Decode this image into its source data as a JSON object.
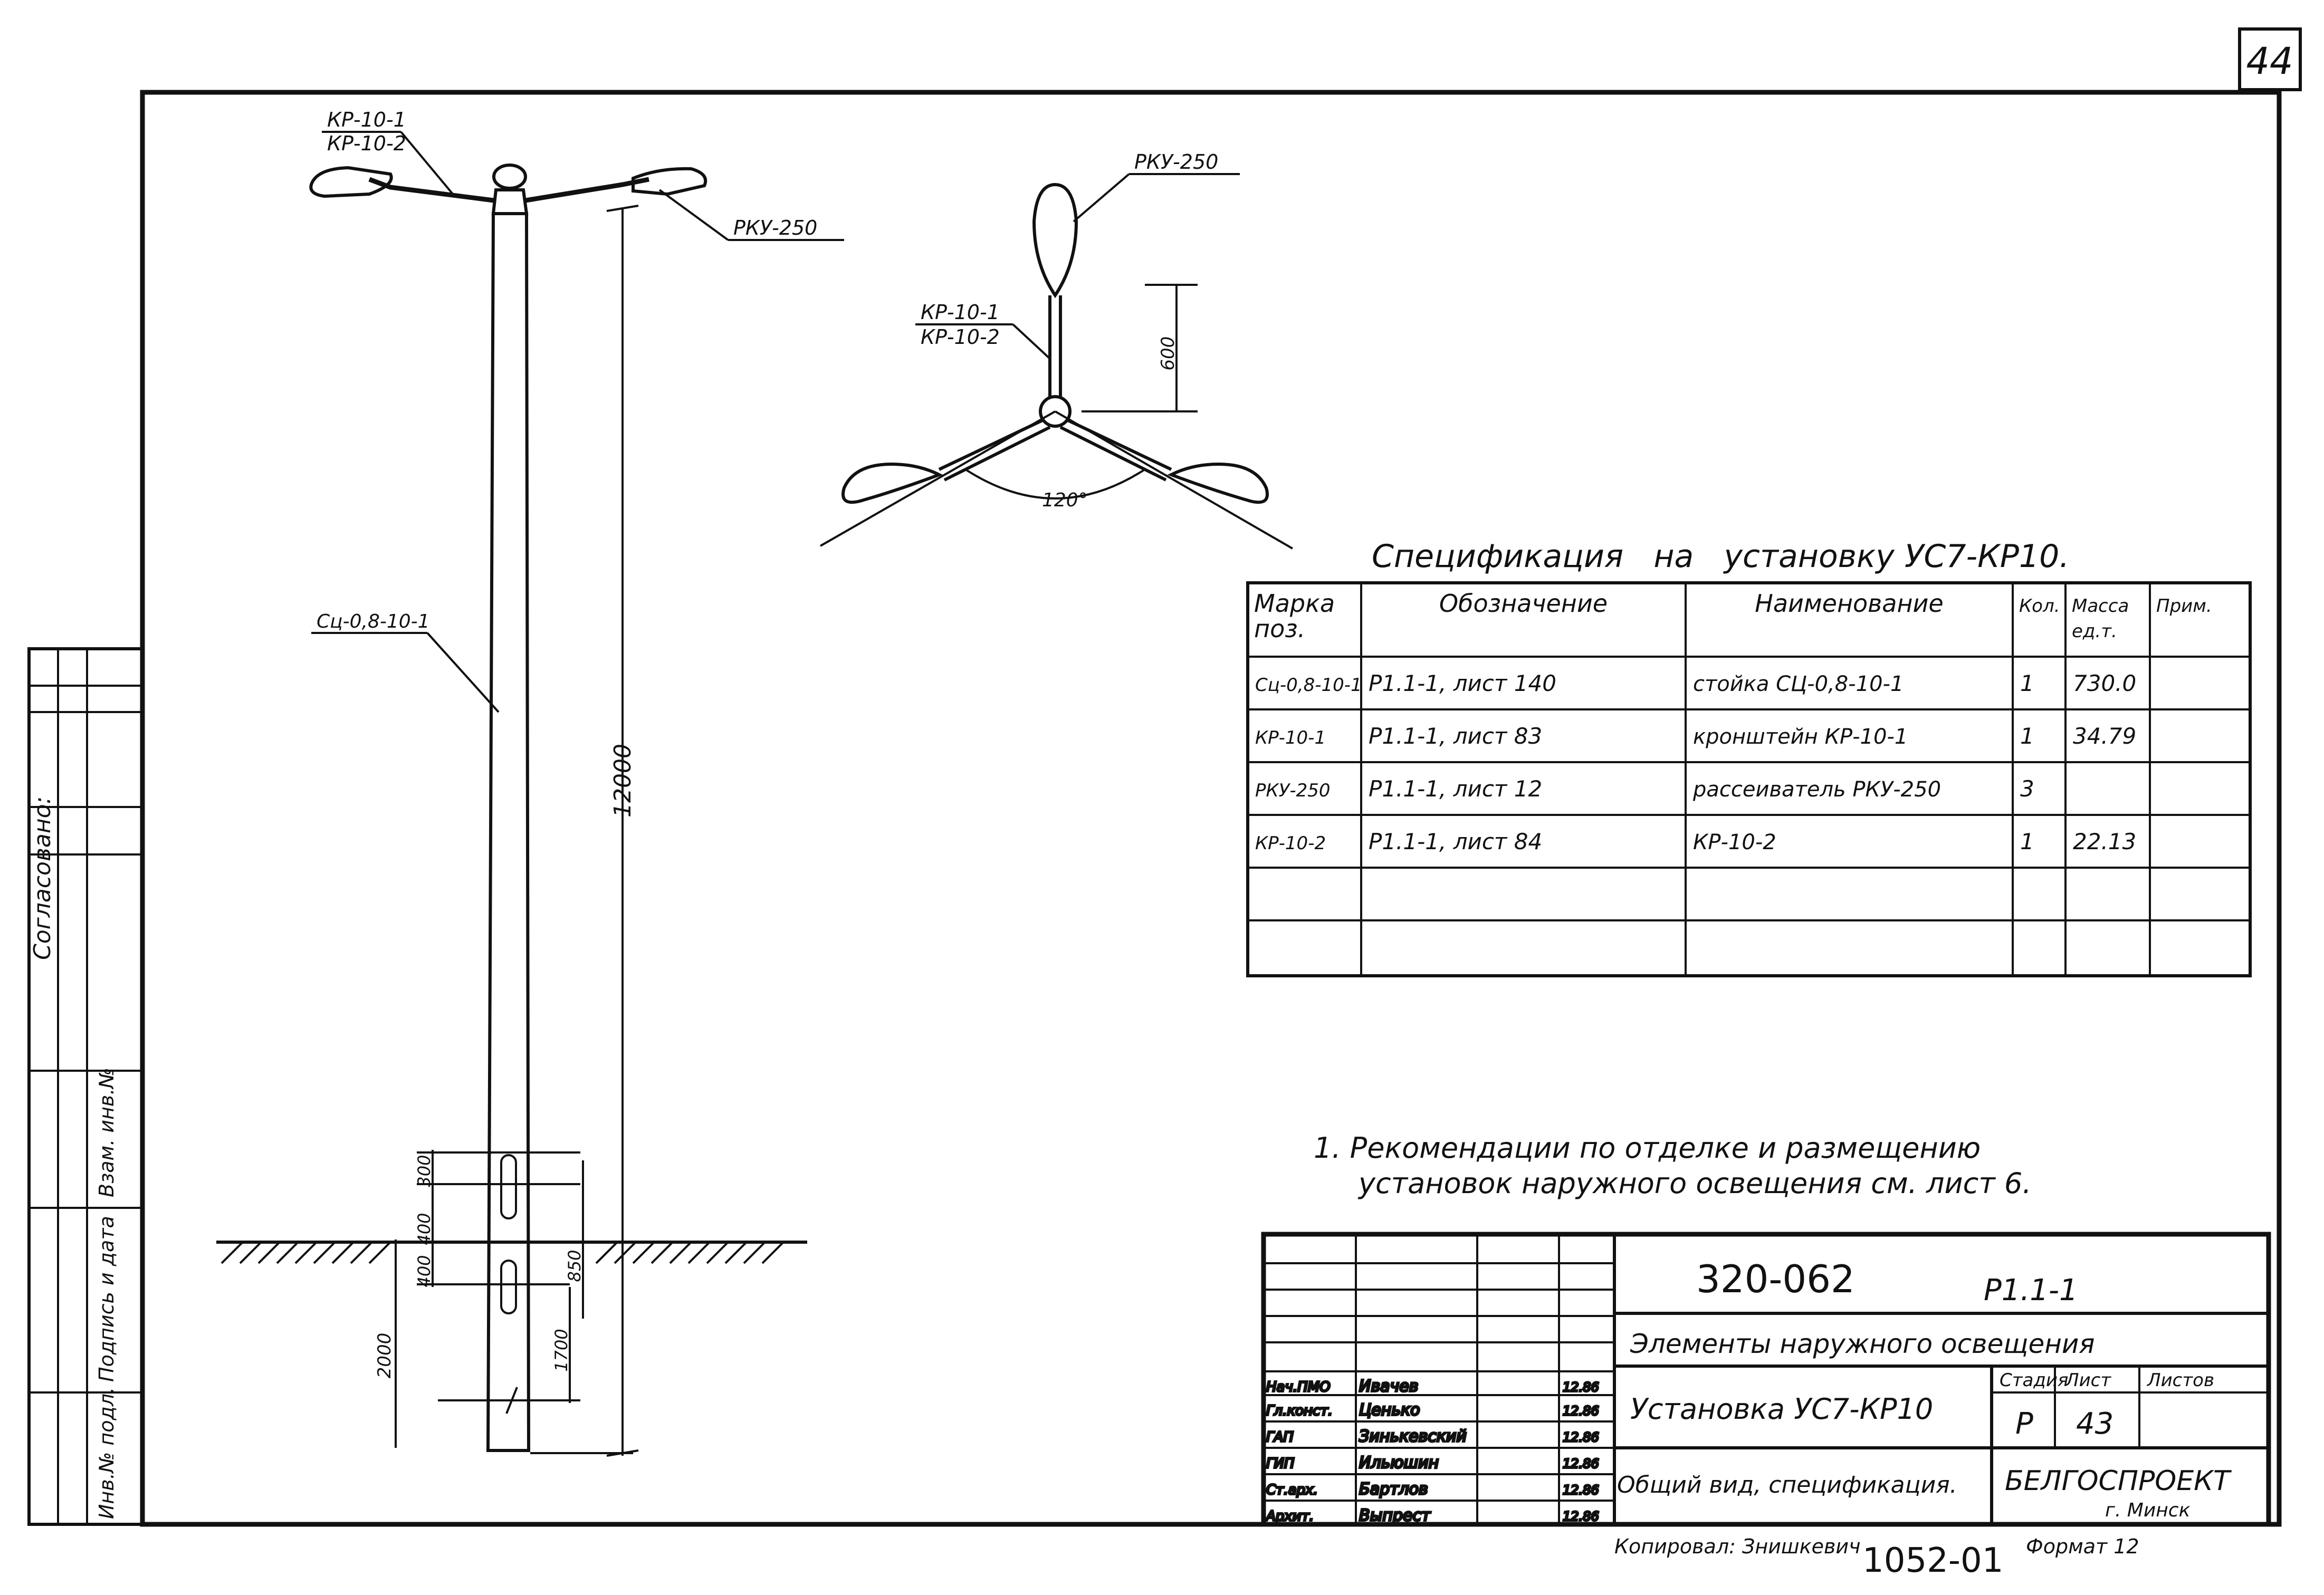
{
  "sheet_number": "44",
  "left_view": {
    "bracket_label_1": "КР-10-1",
    "bracket_label_2": "КР-10-2",
    "lamp_label": "РКУ-250",
    "pole_label": "Сц-0,8-10-1",
    "height_dim": "12000",
    "dim_300": "300",
    "dim_400_top": "400",
    "dim_400_bottom": "400",
    "dim_850": "850",
    "dim_2000": "2000",
    "dim_1700": "1700"
  },
  "plan_view": {
    "lamp_label": "РКУ-250",
    "bracket_label_1": "КР-10-1",
    "bracket_label_2": "КР-10-2",
    "dim_600": "600",
    "angle": "120°"
  },
  "side_strip": {
    "labels": [
      "Взам. инв.№",
      "Подпись и дата",
      "Инв.№ подл."
    ],
    "vertical_note": "Согласовано:"
  },
  "spec": {
    "title": "Спецификация   на   установку УС7-КР10.",
    "headers": [
      "Марка поз.",
      "Обозначение",
      "Наименование",
      "Кол.",
      "Масса ед.т.",
      "Прим."
    ],
    "rows": [
      [
        "Сц-0,8-10-1",
        "Р1.1-1, лист 140",
        "стойка СЦ-0,8-10-1",
        "1",
        "730.0",
        ""
      ],
      [
        "КР-10-1",
        "Р1.1-1, лист 83",
        "кронштейн КР-10-1",
        "1",
        "34.79",
        ""
      ],
      [
        "РКУ-250",
        "Р1.1-1, лист 12",
        "рассеиватель РКУ-250",
        "3",
        "",
        ""
      ],
      [
        "КР-10-2",
        "Р1.1-1, лист 84",
        "КР-10-2",
        "1",
        "22.13",
        ""
      ],
      [
        "",
        "",
        "",
        "",
        "",
        ""
      ],
      [
        "",
        "",
        "",
        "",
        "",
        ""
      ]
    ]
  },
  "note": {
    "line1": "1. Рекомендации по отделке и размещению",
    "line2": "установок наружного освещения см. лист 6."
  },
  "title_block": {
    "code": "320-062",
    "series": "Р1.1-1",
    "subtitle": "Элементы наружного освещения",
    "name": "Установка УС7-КР10",
    "view": "Общий вид, спецификация.",
    "stage_label": "Стадия",
    "sheet_label": "Лист",
    "sheets_label": "Листов",
    "stage": "Р",
    "sheet": "43",
    "org": "БЕЛГОСПРОЕКТ",
    "city": "г. Минск",
    "signatures": [
      {
        "role": "Нач.ПМО",
        "name": "Ивачев",
        "date": "12.86"
      },
      {
        "role": "Гл.конст.",
        "name": "Ценько",
        "date": "12.86"
      },
      {
        "role": "ГАП",
        "name": "Зинькевский",
        "date": "12.86"
      },
      {
        "role": "ГИП",
        "name": "Ильюшин",
        "date": "12.86"
      },
      {
        "role": "Ст.арх.",
        "name": "Бартлов",
        "date": "12.86"
      },
      {
        "role": "Архит.",
        "name": "Выпрест",
        "date": "12.86"
      }
    ]
  },
  "footer": {
    "copied": "Копировал: Знишкевич",
    "inventory": "1052-01",
    "format": "Формат 12"
  }
}
